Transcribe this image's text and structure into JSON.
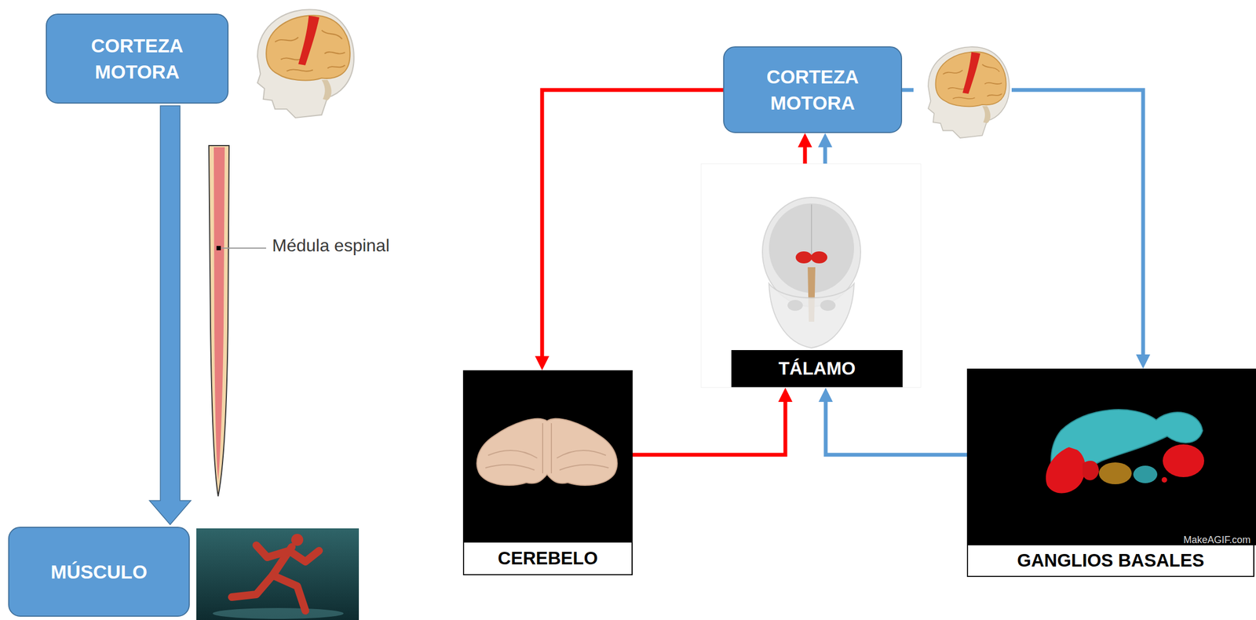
{
  "diagram": {
    "nodes": [
      {
        "text": [
          "CORTEZA MOTORA"
        ]
      },
      {
        "text": [
          "MÚSCULO"
        ]
      },
      {
        "text": [
          "CORTEZA MOTORA"
        ]
      },
      {
        "text": [
          "CEREBELO"
        ]
      },
      {
        "text": [
          "TÁLAMO"
        ]
      },
      {
        "text": [
          "GANGLIOS BASALES"
        ]
      }
    ],
    "edges": [
      {
        "from": 0,
        "to": 1,
        "arrow": "to"
      },
      {
        "from": 2,
        "to": 3,
        "arrow": "to"
      },
      {
        "from": 2,
        "to": 5,
        "arrow": "to"
      },
      {
        "from": 3,
        "to": 4,
        "arrow": "to"
      },
      {
        "from": 5,
        "to": 4,
        "arrow": "to"
      },
      {
        "from": 4,
        "to": 2,
        "arrow": "to"
      },
      {
        "from": 4,
        "to": 2,
        "arrow": "to"
      }
    ],
    "labels": [
      "Médula espinal",
      "MakeAGIF.com"
    ]
  }
}
